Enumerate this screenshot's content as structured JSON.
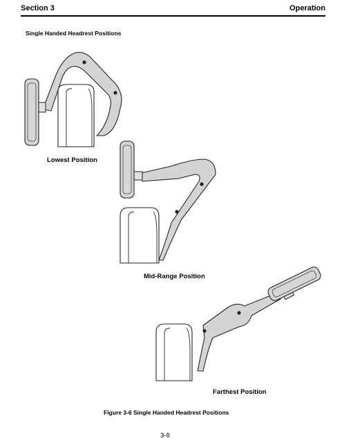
{
  "header": {
    "section": "Section 3",
    "chapter": "Operation"
  },
  "section_title": "Single Handed Headrest Positions",
  "positions": {
    "lowest": "Lowest Position",
    "mid": "Mid-Range Position",
    "farthest": "Farthest Position"
  },
  "caption": "Figure 3-6  Single Handed Headrest Positions",
  "page_number": "3-8"
}
